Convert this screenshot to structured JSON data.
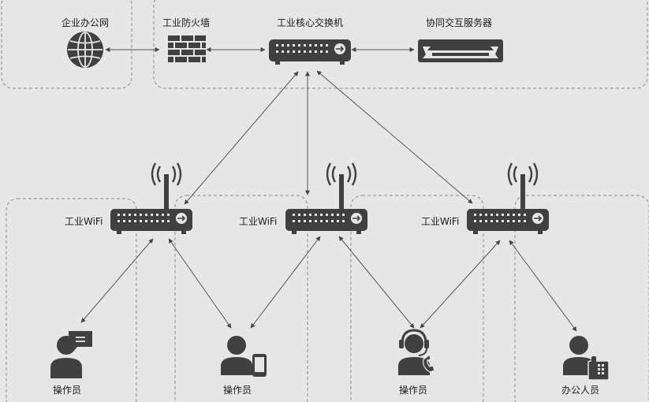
{
  "nodes": {
    "office_network": "企业办公网",
    "firewall": "工业防火墙",
    "core_switch": "工业核心交换机",
    "collab_server": "协同交互服务器",
    "wifi": [
      "工业WiFi",
      "工业WiFi",
      "工业WiFi"
    ],
    "people": [
      "操作员",
      "操作员",
      "操作员",
      "办公人员"
    ]
  },
  "icons": {
    "office_network": "globe-icon",
    "firewall": "brick-wall-icon",
    "core_switch": "switch-icon",
    "collab_server": "server-rack-icon",
    "wifi": "wireless-router-icon",
    "people": [
      "person-chat-icon",
      "person-phone-icon",
      "person-headset-icon",
      "person-desk-phone-icon"
    ]
  },
  "colors": {
    "background": "#e6e6e6",
    "device": "#404040",
    "zone_border": "#8c8c8c"
  }
}
